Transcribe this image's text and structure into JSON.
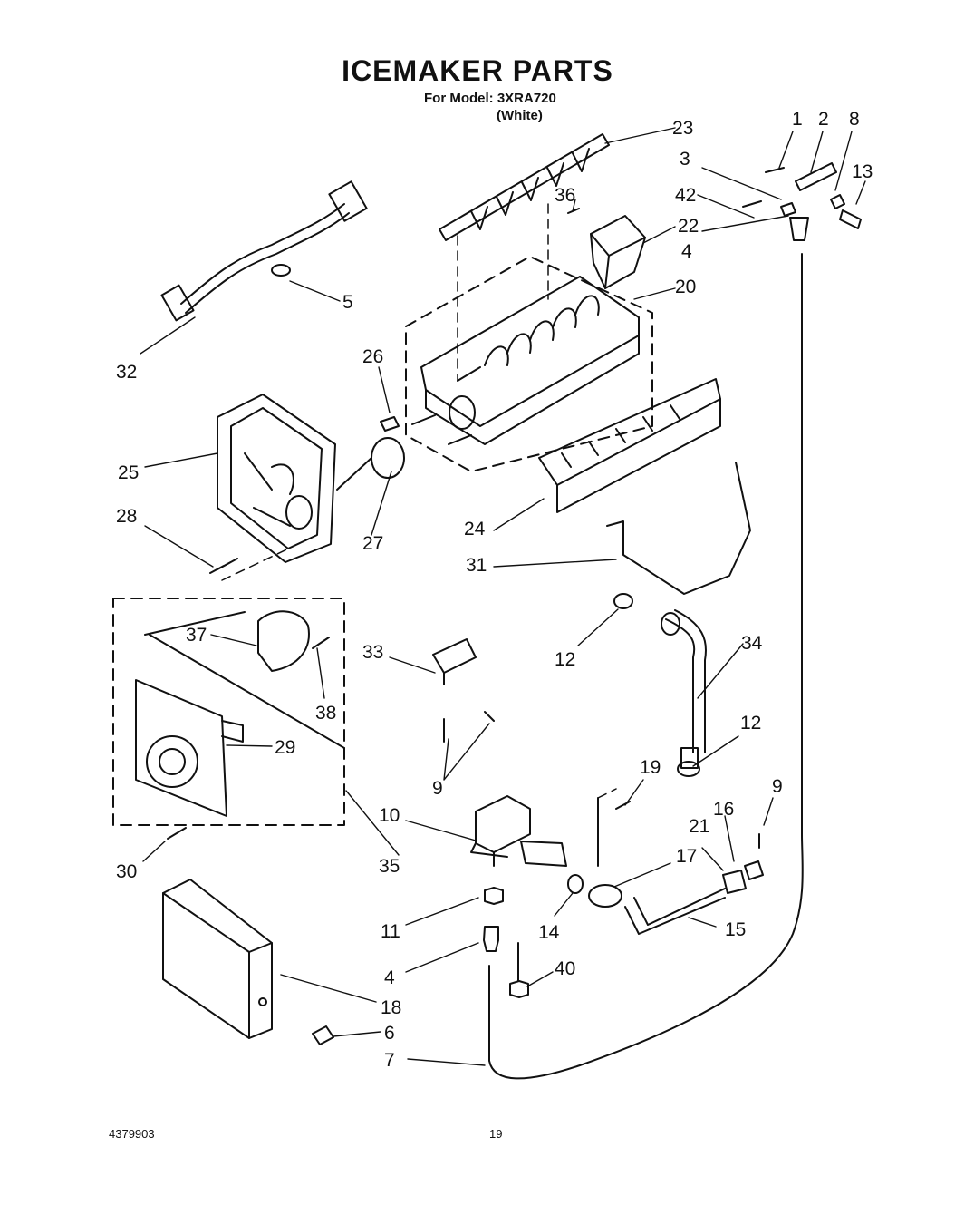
{
  "title": "ICEMAKER PARTS",
  "model_line": "For Model: 3XRA720",
  "color_line": "(White)",
  "callouts": [
    "1",
    "2",
    "8",
    "3",
    "13",
    "42",
    "4",
    "23",
    "36",
    "22",
    "20",
    "5",
    "32",
    "26",
    "25",
    "27",
    "28",
    "24",
    "31",
    "37",
    "33",
    "12",
    "34",
    "38",
    "29",
    "9",
    "12",
    "19",
    "9",
    "16",
    "21",
    "17",
    "10",
    "30",
    "35",
    "11",
    "14",
    "15",
    "4",
    "40",
    "18",
    "6",
    "7"
  ],
  "footer": {
    "doc_number": "4379903",
    "page_number": "19"
  }
}
